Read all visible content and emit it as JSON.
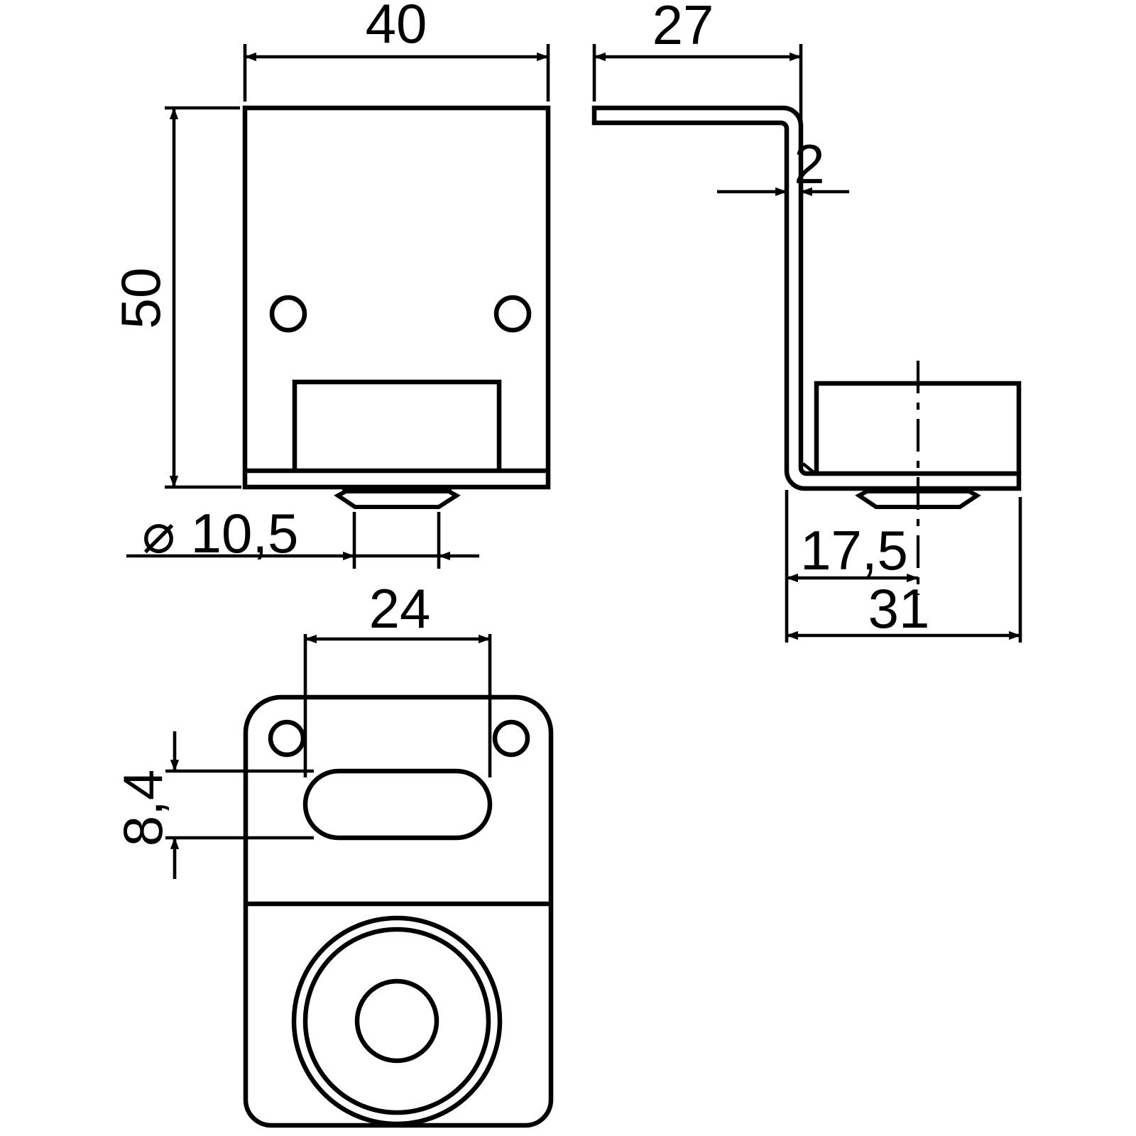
{
  "drawing": {
    "kind": "technical-drawing",
    "background_color": "#ffffff",
    "line_color": "#000000",
    "views": {
      "front": {
        "title": "front-view",
        "dims": {
          "width": "40",
          "height": "50",
          "screw_diameter": "⌀ 10,5"
        }
      },
      "side": {
        "title": "side-view",
        "dims": {
          "flange_depth": "27",
          "sheet_thickness": "2",
          "screw_center_offset": "17,5",
          "foot_depth": "31"
        }
      },
      "bottom": {
        "title": "bottom-view",
        "dims": {
          "slot_length": "24",
          "slot_width": "8,4"
        }
      }
    }
  }
}
